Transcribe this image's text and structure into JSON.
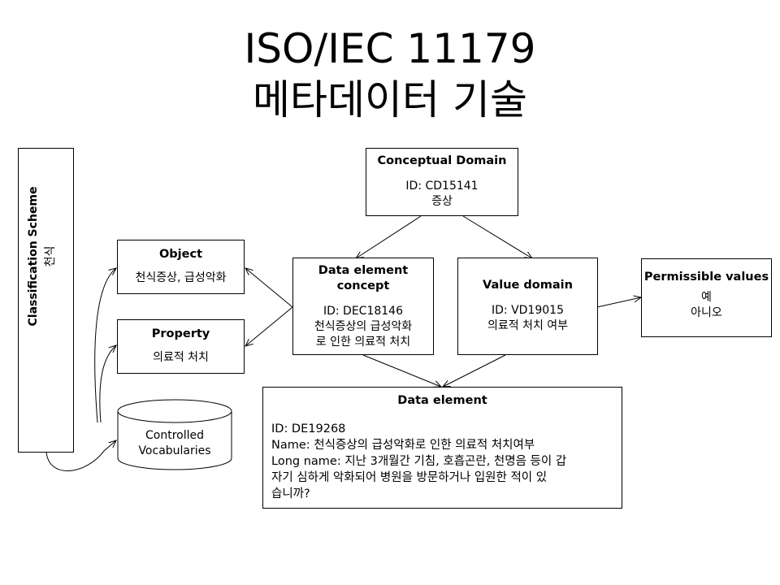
{
  "title": {
    "line1": "ISO/IEC 11179",
    "line2": "메타데이터 기술"
  },
  "classification_scheme": {
    "label": "Classification Scheme",
    "value": "천식"
  },
  "conceptual_domain": {
    "heading": "Conceptual Domain",
    "id": "ID: CD15141",
    "value": "증상"
  },
  "object": {
    "heading": "Object",
    "value": "천식증상, 급성악화"
  },
  "property": {
    "heading": "Property",
    "value": "의료적 처치"
  },
  "controlled_vocabularies": {
    "line1": "Controlled",
    "line2": "Vocabularies"
  },
  "data_element_concept": {
    "heading_line1": "Data element",
    "heading_line2": "concept",
    "id": "ID: DEC18146",
    "line1": "천식증상의 급성악화",
    "line2": "로 인한 의료적 처치"
  },
  "value_domain": {
    "heading": "Value domain",
    "id": "ID: VD19015",
    "value": "의료적 처치 여부"
  },
  "permissible_values": {
    "heading": "Permissible values",
    "value1": "예",
    "value2": "아니오"
  },
  "data_element": {
    "heading": "Data element",
    "id": "ID: DE19268",
    "name": "Name: 천식증상의 급성악화로 인한 의료적 처치여부",
    "long_name_line1": "Long name: 지난 3개월간 기침, 호흡곤란, 천명음 등이 갑",
    "long_name_line2": "자기 심하게 악화되어 병원을 방문하거나 입원한 적이 있",
    "long_name_line3": "습니까?"
  }
}
